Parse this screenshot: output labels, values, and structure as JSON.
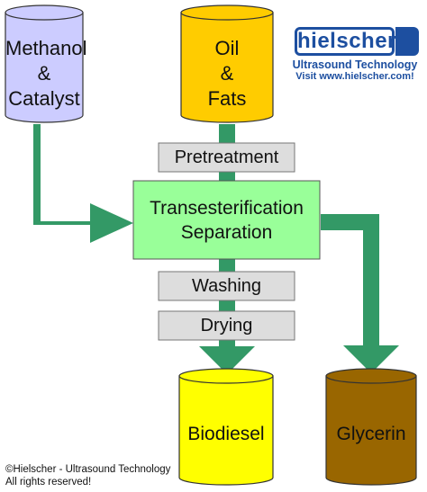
{
  "inputs": {
    "methanol": {
      "lines": [
        "Methanol",
        "&",
        "Catalyst"
      ],
      "color": "#ccccff"
    },
    "oil": {
      "lines": [
        "Oil",
        "&",
        "Fats"
      ],
      "color": "#ffcc00"
    }
  },
  "steps": {
    "pretreatment": "Pretreatment",
    "reaction": {
      "line1": "Transesterification",
      "line2": "Separation",
      "color": "#99ff99"
    },
    "washing": "Washing",
    "drying": "Drying",
    "step_color": "#dddddd"
  },
  "outputs": {
    "biodiesel": {
      "label": "Biodiesel",
      "color": "#ffff00"
    },
    "glycerin": {
      "label": "Glycerin",
      "color": "#996600"
    }
  },
  "arrow_color": "#339966",
  "logo": {
    "wordmark": "hielscher",
    "tagline": "Ultrasound Technology",
    "url_line": "Visit www.hielscher.com!",
    "color": "#1d4fa0"
  },
  "footer": {
    "copyright": "©Hielscher - Ultrasound Technology",
    "rights": "All rights reserved!"
  }
}
